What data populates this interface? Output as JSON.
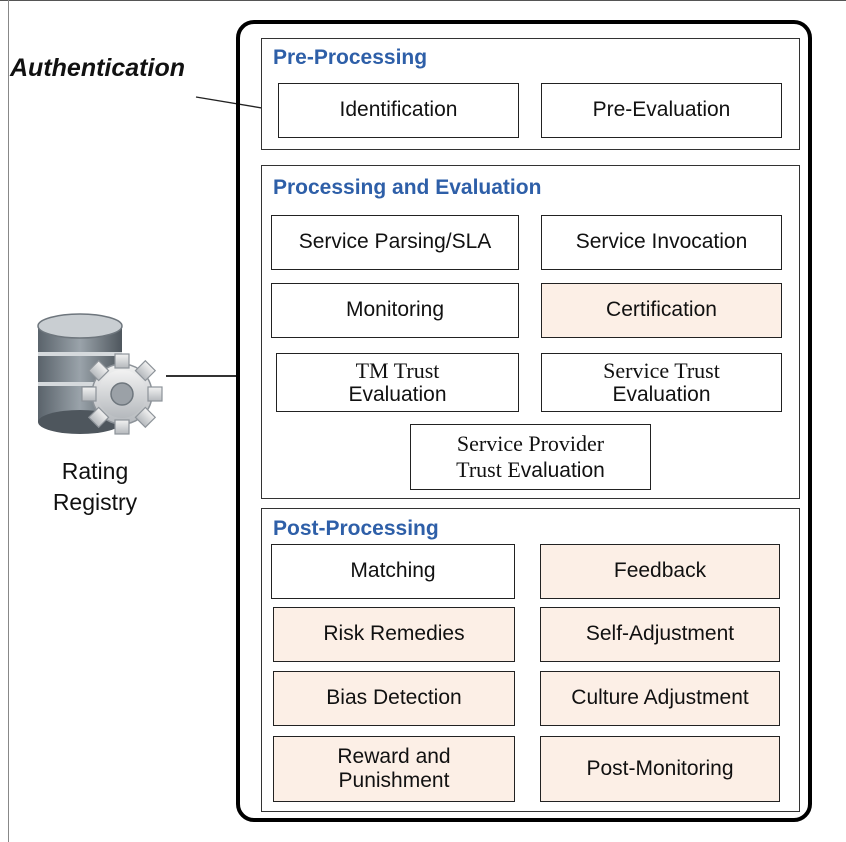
{
  "authentication": {
    "label": "Authentication"
  },
  "rating_registry": {
    "line1": "Rating",
    "line2": "Registry"
  },
  "pre_processing": {
    "title": "Pre-Processing",
    "boxes": [
      "Identification",
      "Pre-Evaluation"
    ]
  },
  "processing": {
    "title": "Processing and Evaluation",
    "service_parsing": "Service Parsing/SLA",
    "service_invocation": "Service Invocation",
    "monitoring": "Monitoring",
    "certification": "Certification",
    "tm_trust_line1": "TM Trust",
    "tm_trust_line2": "Evaluation",
    "service_trust_line1": "Service Trust",
    "service_trust_line2": "Evaluation",
    "provider_trust_line1": "Service Provider",
    "provider_trust_line2_a": "Trust E",
    "provider_trust_line2_b": "valuation"
  },
  "post_processing": {
    "title": "Post-Processing",
    "matching": "Matching",
    "feedback": "Feedback",
    "risk_remedies": "Risk Remedies",
    "self_adjustment": "Self-Adjustment",
    "bias_detection": "Bias Detection",
    "culture_adjustment": "Culture Adjustment",
    "reward_line1": "Reward and",
    "reward_line2": "Punishment",
    "post_monitoring": "Post-Monitoring"
  },
  "colors": {
    "section_title": "#2e5fa8",
    "highlight_fill": "#fcefe6"
  }
}
